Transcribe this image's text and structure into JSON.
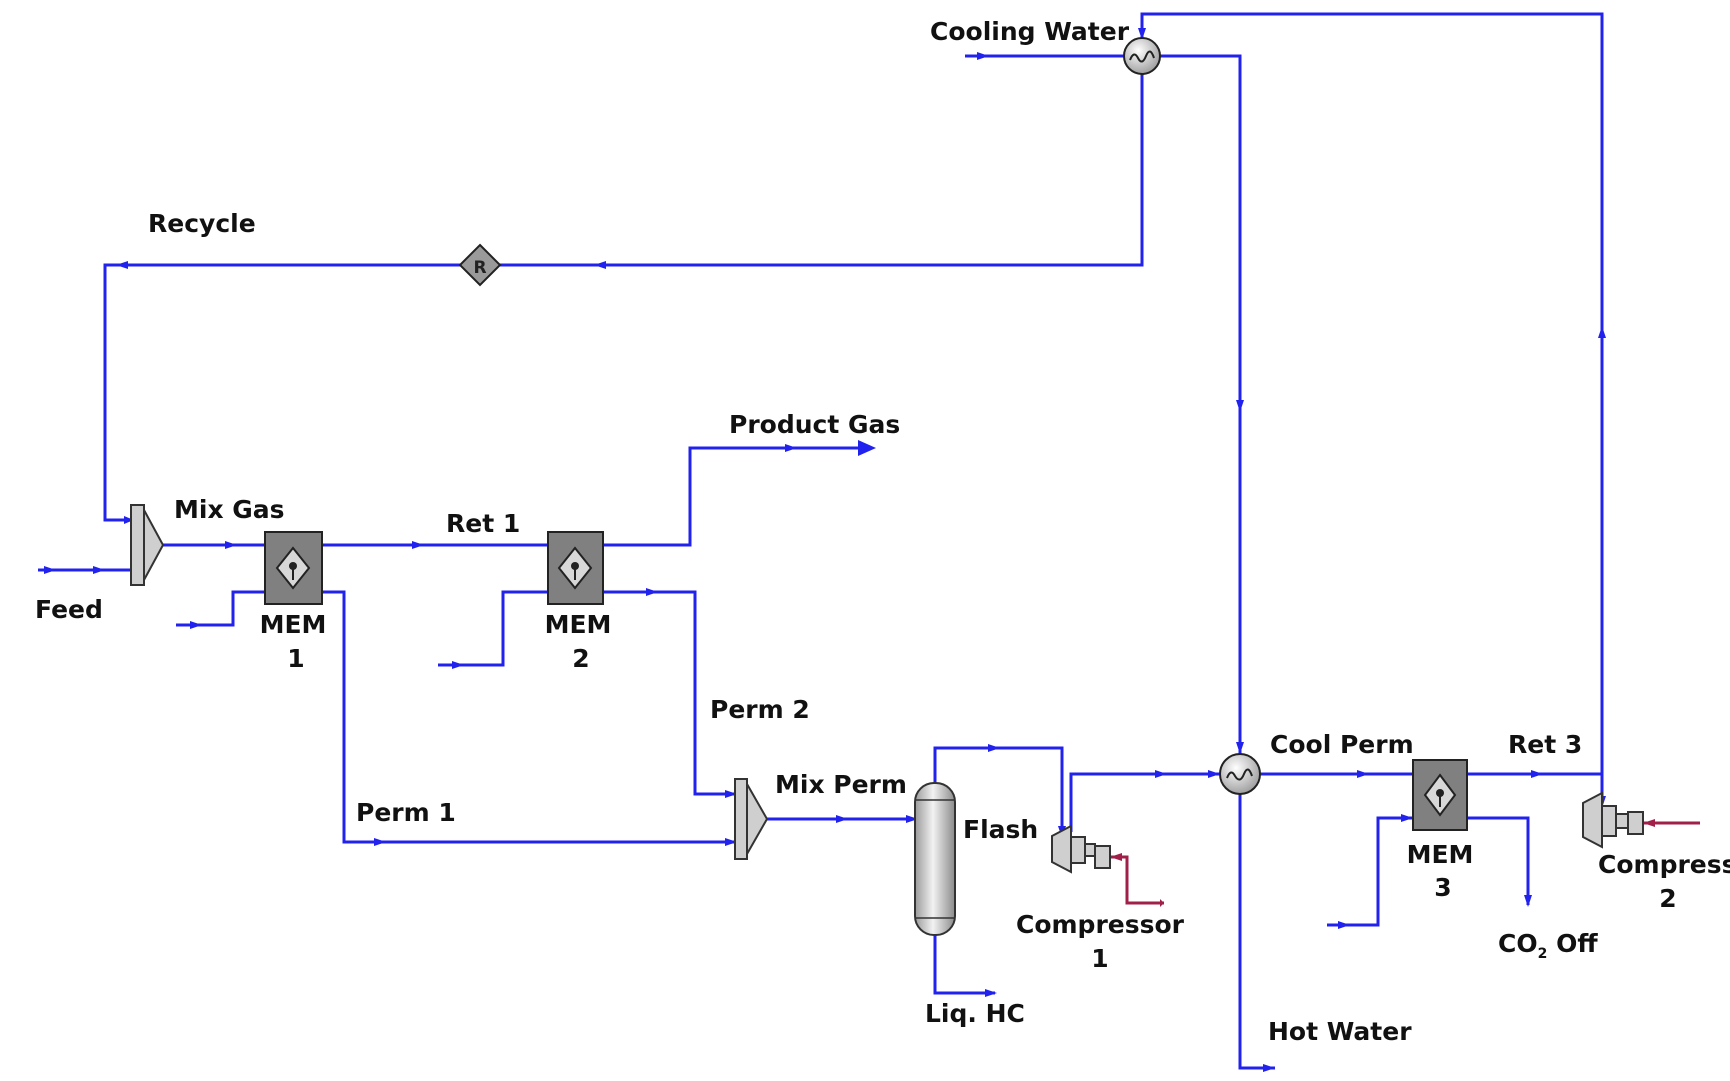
{
  "labels": {
    "cooling_water": "Cooling Water",
    "recycle": "Recycle",
    "product_gas": "Product Gas",
    "mix_gas": "Mix Gas",
    "ret1": "Ret 1",
    "feed": "Feed",
    "mem1_line1": "MEM",
    "mem1_line2": "1",
    "mem2_line1": "MEM",
    "mem2_line2": "2",
    "perm2": "Perm 2",
    "mix_perm": "Mix Perm",
    "perm1": "Perm 1",
    "flash": "Flash",
    "compressor1_line1": "Compressor",
    "compressor1_line2": "1",
    "liq_hc": "Liq. HC",
    "cool_perm": "Cool Perm",
    "ret3": "Ret 3",
    "mem3_line1": "MEM",
    "mem3_line2": "3",
    "compressor2_line1": "Compresso",
    "compressor2_line2": "2",
    "co2_off_prefix": "CO",
    "co2_off_sub": "2",
    "co2_off_suffix": " Off",
    "hot_water": "Hot Water"
  },
  "colors": {
    "material_stream": "#2222ee",
    "energy_stream": "#a0204a",
    "membrane_unit": "#808080",
    "vessel": "#cfcfcf"
  }
}
